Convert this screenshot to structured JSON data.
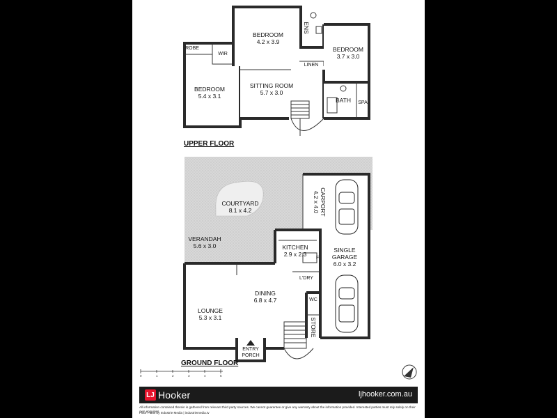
{
  "upper_floor": {
    "title": "UPPER FLOOR",
    "rooms": {
      "bedroom_top": {
        "name": "BEDROOM",
        "size": "4.2 x 3.9"
      },
      "bedroom_right": {
        "name": "BEDROOM",
        "size": "3.7 x 3.0"
      },
      "bedroom_left": {
        "name": "BEDROOM",
        "size": "5.4 x 3.1"
      },
      "sitting_room": {
        "name": "SITTING ROOM",
        "size": "5.7 x 3.0"
      },
      "robe": "ROBE",
      "wir": "WIR",
      "ens": "ENS",
      "linen": "LINEN",
      "bath": "BATH",
      "spa": "SPA"
    }
  },
  "ground_floor": {
    "title": "GROUND FLOOR",
    "rooms": {
      "courtyard": {
        "name": "COURTYARD",
        "size": "8.1 x 4.2"
      },
      "carport": {
        "name": "CARPORT",
        "size": "4.2 x 4.0"
      },
      "verandah": {
        "name": "VERANDAH",
        "size": "5.6 x 3.0"
      },
      "kitchen": {
        "name": "KITCHEN",
        "size": "2.9 x 2.3"
      },
      "fridge": "F",
      "single_garage": {
        "name": "SINGLE",
        "name2": "GARAGE",
        "size": "6.0 x 3.2"
      },
      "ldry": "L'DRY",
      "wc": "WC",
      "dining": {
        "name": "DINING",
        "size": "6.8 x 4.7"
      },
      "lounge": {
        "name": "LOUNGE",
        "size": "5.3 x 3.1"
      },
      "store": "STORE",
      "entry_porch": {
        "name": "ENTRY",
        "name2": "PORCH"
      }
    }
  },
  "scale_bar": {
    "ticks": [
      "0",
      "1",
      "2",
      "3",
      "4",
      "5"
    ]
  },
  "footer": {
    "brand_mark": "LJ",
    "brand_name": "Hooker",
    "website": "ljhooker.com.au",
    "disclaimer": "All information contained therein is gathered from relevant third party sources. We cannot guarantee or give any warranty about the information provided. Interested parties must rely solely on their own enquiries.",
    "credit": "Floor Plans by Industrie Media | industriemedia.tv"
  },
  "colors": {
    "brand_red": "#e6142d",
    "footer_bg": "#1b1b1b",
    "outdoor_hatch": "#d4d4d4",
    "wall": "#2a2a2a"
  }
}
